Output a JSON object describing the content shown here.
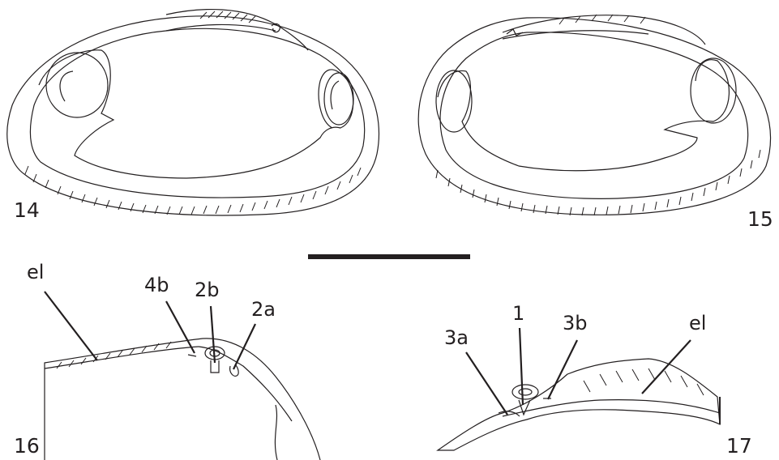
{
  "figures": {
    "fig14": "14",
    "fig15": "15",
    "fig16": "16",
    "fig17": "17"
  },
  "labels16": {
    "el": "el",
    "tooth_4b": "4b",
    "tooth_2b": "2b",
    "tooth_2a": "2a"
  },
  "labels17": {
    "tooth_3a": "3a",
    "tooth_1": "1",
    "tooth_3b": "3b",
    "el": "el"
  }
}
